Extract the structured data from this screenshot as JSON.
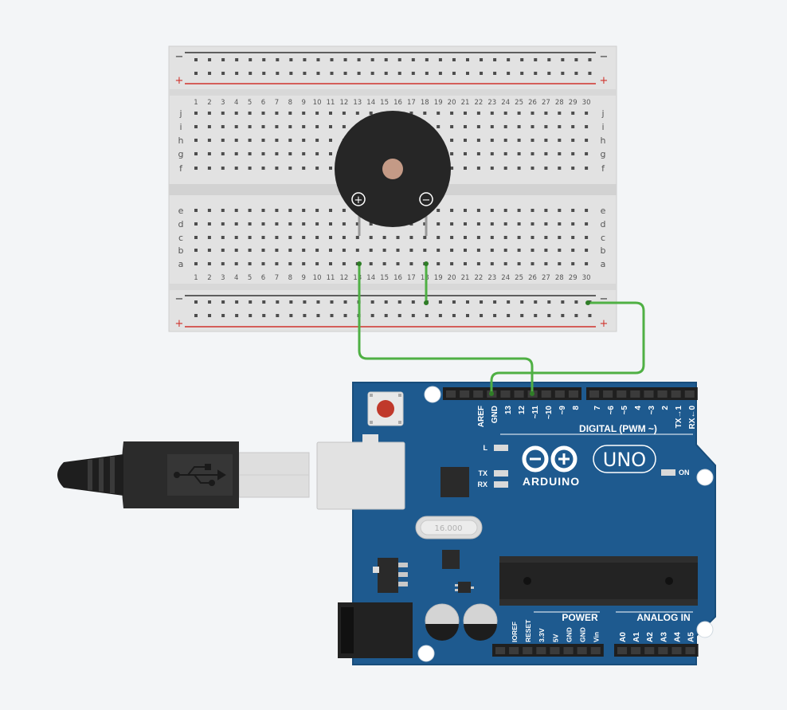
{
  "breadboard": {
    "rail_minus": "−",
    "rail_plus": "+",
    "columns": [
      "1",
      "2",
      "3",
      "4",
      "5",
      "6",
      "7",
      "8",
      "9",
      "10",
      "11",
      "12",
      "13",
      "14",
      "15",
      "16",
      "17",
      "18",
      "19",
      "20",
      "21",
      "22",
      "23",
      "24",
      "25",
      "26",
      "27",
      "28",
      "29",
      "30"
    ],
    "rows_top": [
      "j",
      "i",
      "h",
      "g",
      "f"
    ],
    "rows_bottom": [
      "e",
      "d",
      "c",
      "b",
      "a"
    ]
  },
  "buzzer": {
    "plus_symbol": "+",
    "minus_symbol": "−"
  },
  "arduino": {
    "brand": "ARDUINO",
    "model": "UNO",
    "digital_header_title": "DIGITAL (PWM ~)",
    "digital_pins": [
      "AREF",
      "GND",
      "13",
      "12",
      "~11",
      "~10",
      "~9",
      "8",
      "7",
      "~6",
      "~5",
      "4",
      "~3",
      "2",
      "TX→1",
      "RX←0"
    ],
    "led_labels": [
      "L",
      "TX",
      "RX"
    ],
    "on_label": "ON",
    "power_header_title": "POWER",
    "power_pins": [
      "IOREF",
      "RESET",
      "3.3V",
      "5V",
      "GND",
      "GND",
      "Vin"
    ],
    "analog_header_title": "ANALOG IN",
    "analog_pins": [
      "A0",
      "A1",
      "A2",
      "A3",
      "A4",
      "A5"
    ],
    "crystal_text": "16.000"
  },
  "wire_color": "#4fb044",
  "board_color": "#1e5a8f",
  "icons": [
    "usb-icon",
    "reset-button-icon",
    "infinity-logo-icon"
  ]
}
